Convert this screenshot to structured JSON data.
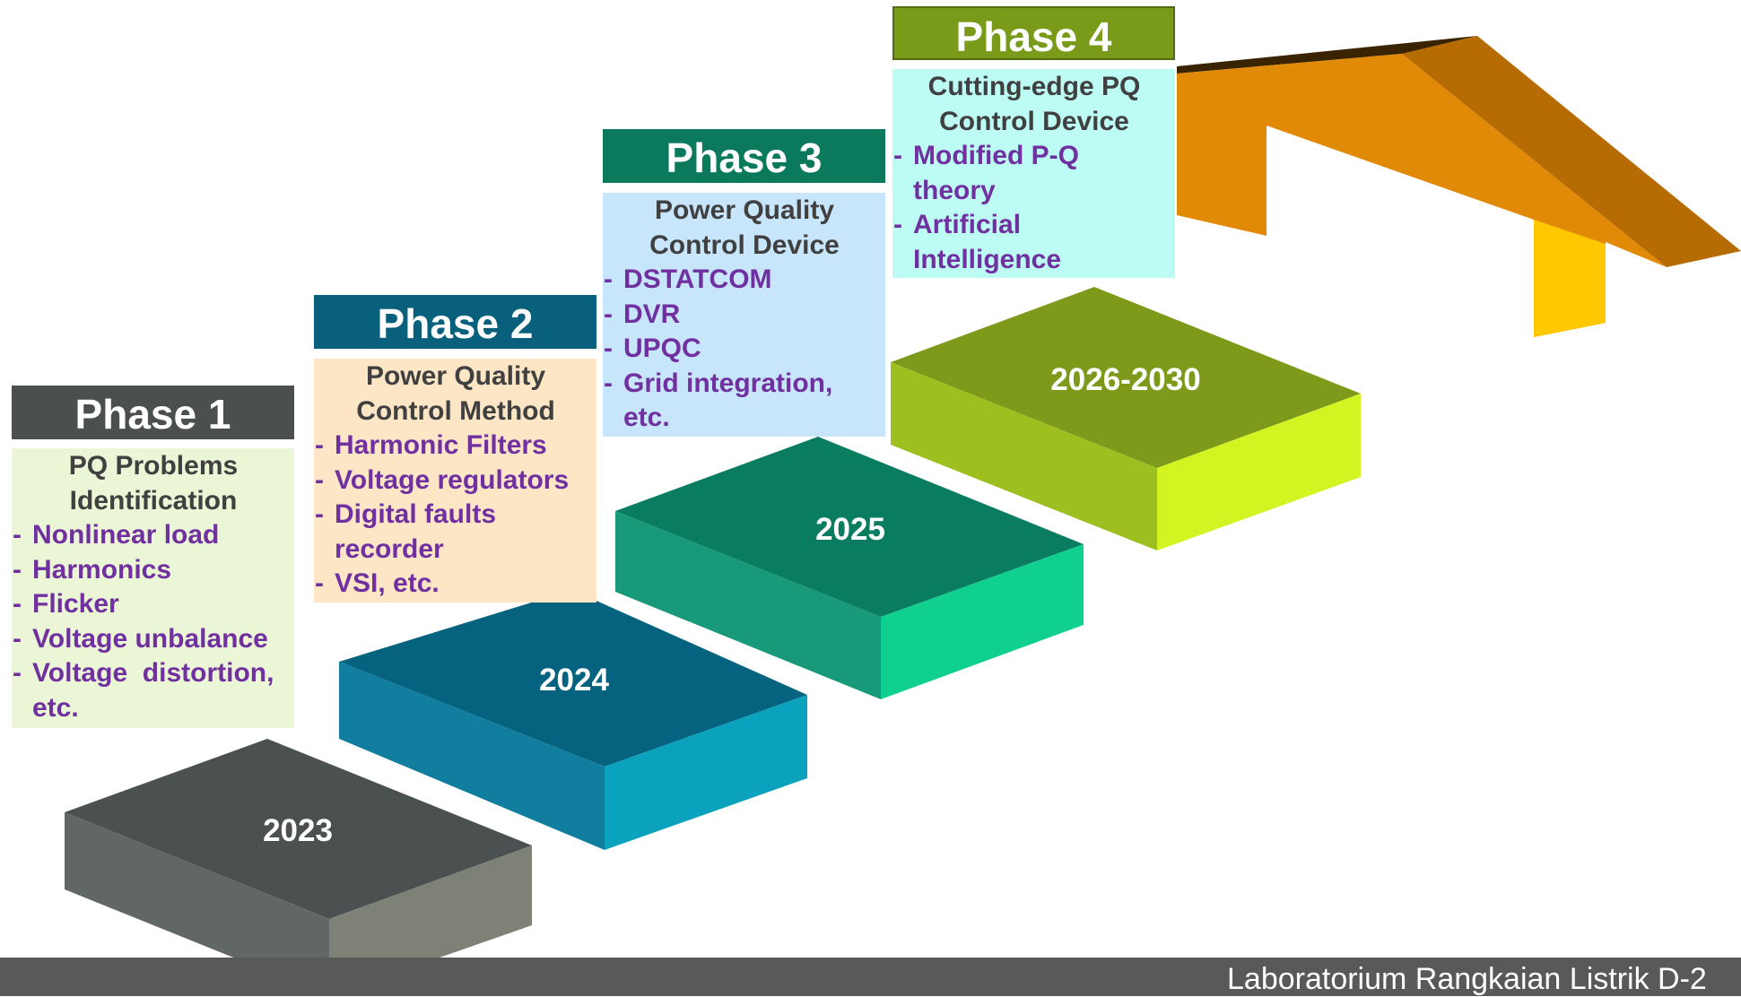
{
  "phases": [
    {
      "header": "Phase 1",
      "title": "PQ Problems Identification",
      "items": [
        "Nonlinear load",
        "Harmonics",
        "Flicker",
        "Voltage unbalance",
        "Voltage  distortion, etc."
      ],
      "year": "2023",
      "colors": {
        "header": "#4b4f4e",
        "box": "#ebf6d6",
        "top": "#4b5150",
        "left": "#616766",
        "right": "#7e8276"
      }
    },
    {
      "header": "Phase 2",
      "title": "Power Quality Control Method",
      "items": [
        "Harmonic Filters",
        "Voltage regulators",
        "Digital faults recorder",
        "VSI, etc."
      ],
      "year": "2024",
      "colors": {
        "header": "#09607d",
        "box": "#fde6c6",
        "top": "#066380",
        "left": "#127e9f",
        "right": "#0ba2bd"
      }
    },
    {
      "header": "Phase 3",
      "title": "Power Quality Control Device",
      "items": [
        "DSTATCOM",
        "DVR",
        "UPQC",
        "Grid integration, etc."
      ],
      "year": "2025",
      "colors": {
        "header": "#0b7a5c",
        "box": "#c8e6fb",
        "top": "#0a7c5f",
        "left": "#17997a",
        "right": "#0fd08f"
      }
    },
    {
      "header": "Phase 4",
      "title": "Cutting-edge PQ Control Device",
      "items": [
        "Modified P-Q theory",
        "Artificial Intelligence"
      ],
      "year": "2026-2030",
      "colors": {
        "header": "#7a9a1a",
        "box": "#bcfcf5",
        "top": "#7d9a1b",
        "left": "#9ebf20",
        "right": "#d2f522"
      }
    }
  ],
  "house": {
    "front": "#e08a08",
    "roof": "#b66b03",
    "edge": "#3a2400",
    "chimney": "#ffc800"
  },
  "footer": {
    "text": "Laboratorium Rangkaian Listrik D-2"
  }
}
